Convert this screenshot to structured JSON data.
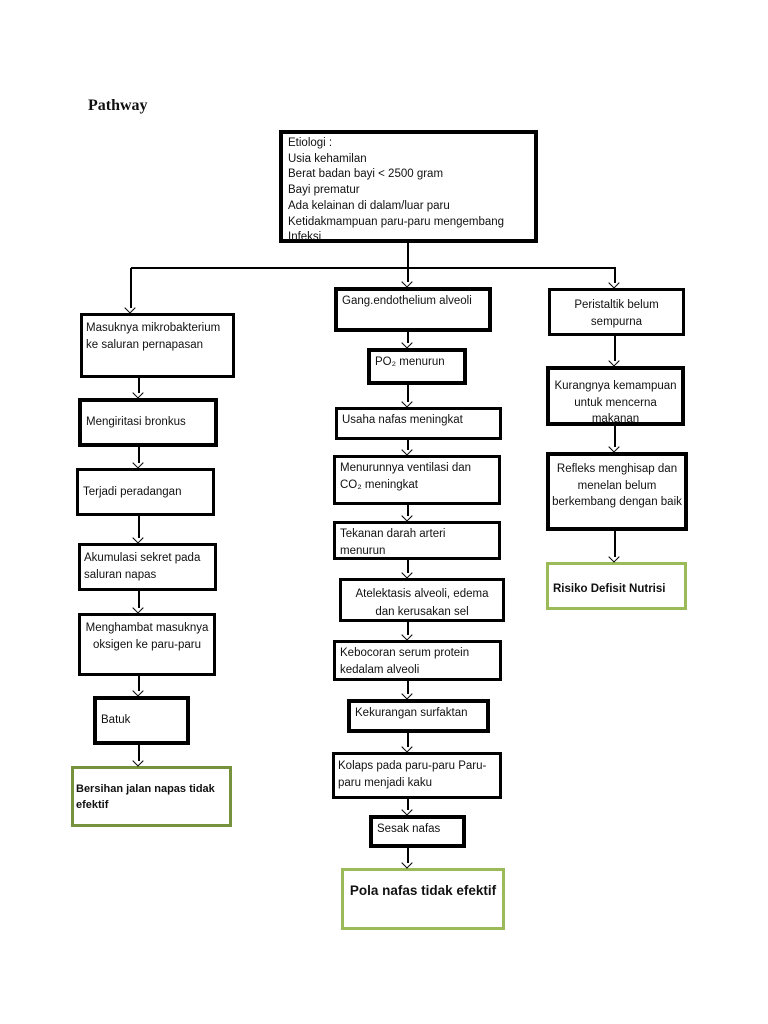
{
  "title": "Pathway",
  "etiologi": {
    "lines": [
      "Etiologi :",
      "Usia kehamilan",
      "Berat badan bayi < 2500 gram",
      "Bayi prematur",
      "Ada kelainan di dalam/luar paru",
      "Ketidakmampuan paru-paru mengembang",
      "Infeksi"
    ]
  },
  "left_branch": {
    "boxes": [
      "Masuknya mikrobakterium ke saluran pernapasan",
      "Mengiritasi bronkus",
      "Terjadi peradangan",
      "Akumulasi sekret pada saluran napas",
      "Menghambat masuknya oksigen ke paru-paru",
      "Batuk"
    ],
    "diagnosis": "Bersihan jalan napas tidak efektif"
  },
  "middle_branch": {
    "boxes": [
      "Gang.endothelium alveoli",
      "PO₂ menurun",
      "Usaha nafas meningkat",
      "Menurunnya ventilasi dan CO₂ meningkat",
      "Tekanan darah arteri menurun",
      "Atelektasis alveoli, edema dan kerusakan sel",
      "Kebocoran serum protein kedalam alveoli",
      "Kekurangan surfaktan",
      "Kolaps pada paru-paru Paru-paru menjadi kaku",
      "Sesak nafas"
    ],
    "diagnosis": "Pola nafas tidak efektif"
  },
  "right_branch": {
    "boxes": [
      "Peristaltik belum sempurna",
      "Kurangnya kemampuan untuk mencerna makanan",
      "Refleks menghisap dan menelan belum berkembang dengan baik"
    ],
    "diagnosis": "Risiko Defisit Nutrisi"
  },
  "colors": {
    "node_border": "#000000",
    "diagnosis_border_dark": "#76923C",
    "diagnosis_border_light": "#9BBB59"
  }
}
